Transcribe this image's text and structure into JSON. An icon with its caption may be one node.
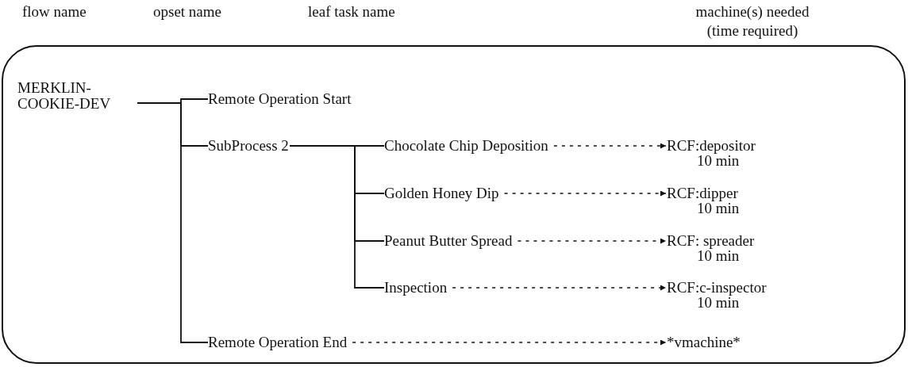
{
  "diagram": {
    "nodes": [
      {
        "text": [],
        "shape": "box"
      },
      {
        "text": [
          "MERKLIN- COOKIE-DEV"
        ],
        "in": 0
      },
      {
        "text": [
          "Remote Operation Start"
        ],
        "in": 0
      },
      {
        "text": [
          "SubProcess 2"
        ],
        "in": 0
      },
      {
        "text": [
          "Chocolate Chip Deposition"
        ],
        "in": 0
      },
      {
        "text": [
          "Golden Honey Dip"
        ],
        "in": 0
      },
      {
        "text": [
          "Peanut Butter Spread"
        ],
        "in": 0
      },
      {
        "text": [
          "Inspection"
        ],
        "in": 0
      },
      {
        "text": [
          "Remote Operation End"
        ],
        "in": 0
      },
      {
        "text": [
          "RCF:depositor",
          "10 min"
        ],
        "in": 0
      },
      {
        "text": [
          "RCF:dipper",
          "10 min"
        ],
        "in": 0
      },
      {
        "text": [
          "RCF: spreader",
          "10 min"
        ],
        "in": 0
      },
      {
        "text": [
          "RCF:c-inspector",
          "10 min"
        ],
        "in": 0
      },
      {
        "text": [
          "*vmachine*"
        ],
        "in": 0
      }
    ],
    "edges": [
      {
        "from": 1,
        "to": 2,
        "arrow": "none"
      },
      {
        "from": 1,
        "to": 3,
        "arrow": "none"
      },
      {
        "from": 1,
        "to": 8,
        "arrow": "none"
      },
      {
        "from": 3,
        "to": 4,
        "arrow": "none"
      },
      {
        "from": 3,
        "to": 5,
        "arrow": "none"
      },
      {
        "from": 3,
        "to": 6,
        "arrow": "none"
      },
      {
        "from": 3,
        "to": 7,
        "arrow": "none"
      },
      {
        "from": 4,
        "to": 9,
        "arrow": "to",
        "style": "dashed"
      },
      {
        "from": 5,
        "to": 10,
        "arrow": "to",
        "style": "dashed"
      },
      {
        "from": 6,
        "to": 11,
        "arrow": "to",
        "style": "dashed"
      },
      {
        "from": 7,
        "to": 12,
        "arrow": "to",
        "style": "dashed"
      },
      {
        "from": 8,
        "to": 13,
        "arrow": "to",
        "style": "dashed"
      }
    ],
    "labels": [
      "flow name",
      "opset name",
      "leaf task name",
      "machine(s) needed (time required)"
    ]
  }
}
